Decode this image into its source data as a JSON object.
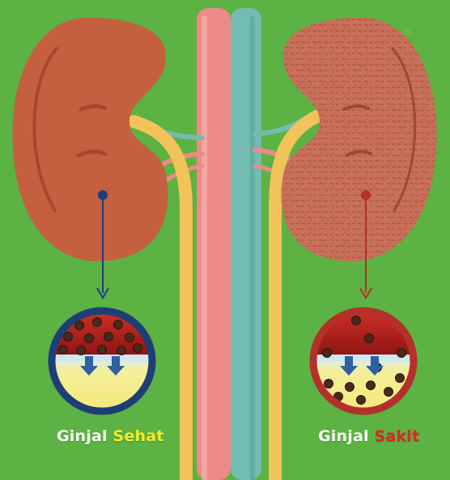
{
  "captions": {
    "healthy": {
      "prefix": "Ginjal",
      "highlight": "Sehat"
    },
    "sick": {
      "prefix": "Ginjal",
      "highlight": "Sakit"
    }
  },
  "colors": {
    "background": "#5cb242",
    "healthy_kidney": "#c4603f",
    "sick_kidney": "#c9705a",
    "artery": "#ec8b87",
    "vein": "#74bcb1",
    "ureter": "#f2c35a",
    "blood": "#b01e1e",
    "filtrate": "#f5ec8f",
    "healthy_ring": "#1d3f78",
    "sick_ring": "#b4302b",
    "healthy_text": "#f3ec2a",
    "sick_text": "#e32626",
    "label_text": "#ffffff"
  },
  "icons": [
    "down-arrow-icon",
    "protein-particle-icon",
    "pointer-dot-icon"
  ]
}
